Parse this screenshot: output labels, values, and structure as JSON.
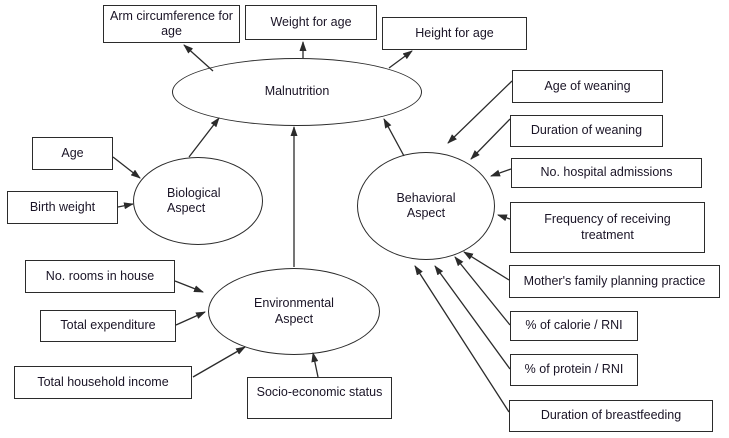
{
  "colors": {
    "ink": "#2b2b2b",
    "text": "#1a1426",
    "bg": "#ffffff"
  },
  "nodes": {
    "malnutrition": "Malnutrition",
    "biological": "Biological Aspect",
    "behavioral": "Behavioral Aspect",
    "environmental": "Environmental Aspect",
    "arm_circumference": "Arm circumference for age",
    "weight_for_age": "Weight for age",
    "height_for_age": "Height for age",
    "age": "Age",
    "birth_weight": "Birth weight",
    "rooms_in_house": "No. rooms in house",
    "total_expenditure": "Total expenditure",
    "household_income": "Total household income",
    "socioeconomic_status": "Socio-economic status",
    "age_of_weaning": "Age of weaning",
    "duration_of_weaning": "Duration of weaning",
    "hospital_admissions": "No. hospital admissions",
    "frequency_of_treatment": "Frequency of receiving treatment",
    "family_planning": "Mother's family planning practice",
    "calorie_rni": "% of calorie / RNI",
    "protein_rni": "% of protein / RNI",
    "breastfeeding": "Duration of breastfeeding"
  },
  "edges": [
    {
      "from": "malnutrition",
      "to": "arm_circumference"
    },
    {
      "from": "malnutrition",
      "to": "weight_for_age"
    },
    {
      "from": "malnutrition",
      "to": "height_for_age"
    },
    {
      "from": "biological",
      "to": "malnutrition"
    },
    {
      "from": "environmental",
      "to": "malnutrition"
    },
    {
      "from": "behavioral",
      "to": "malnutrition"
    },
    {
      "from": "age",
      "to": "biological"
    },
    {
      "from": "birth_weight",
      "to": "biological"
    },
    {
      "from": "rooms_in_house",
      "to": "environmental"
    },
    {
      "from": "total_expenditure",
      "to": "environmental"
    },
    {
      "from": "household_income",
      "to": "environmental"
    },
    {
      "from": "socioeconomic_status",
      "to": "environmental"
    },
    {
      "from": "age_of_weaning",
      "to": "behavioral"
    },
    {
      "from": "duration_of_weaning",
      "to": "behavioral"
    },
    {
      "from": "hospital_admissions",
      "to": "behavioral"
    },
    {
      "from": "frequency_of_treatment",
      "to": "behavioral"
    },
    {
      "from": "family_planning",
      "to": "behavioral"
    },
    {
      "from": "calorie_rni",
      "to": "behavioral"
    },
    {
      "from": "protein_rni",
      "to": "behavioral"
    },
    {
      "from": "breastfeeding",
      "to": "behavioral"
    }
  ]
}
